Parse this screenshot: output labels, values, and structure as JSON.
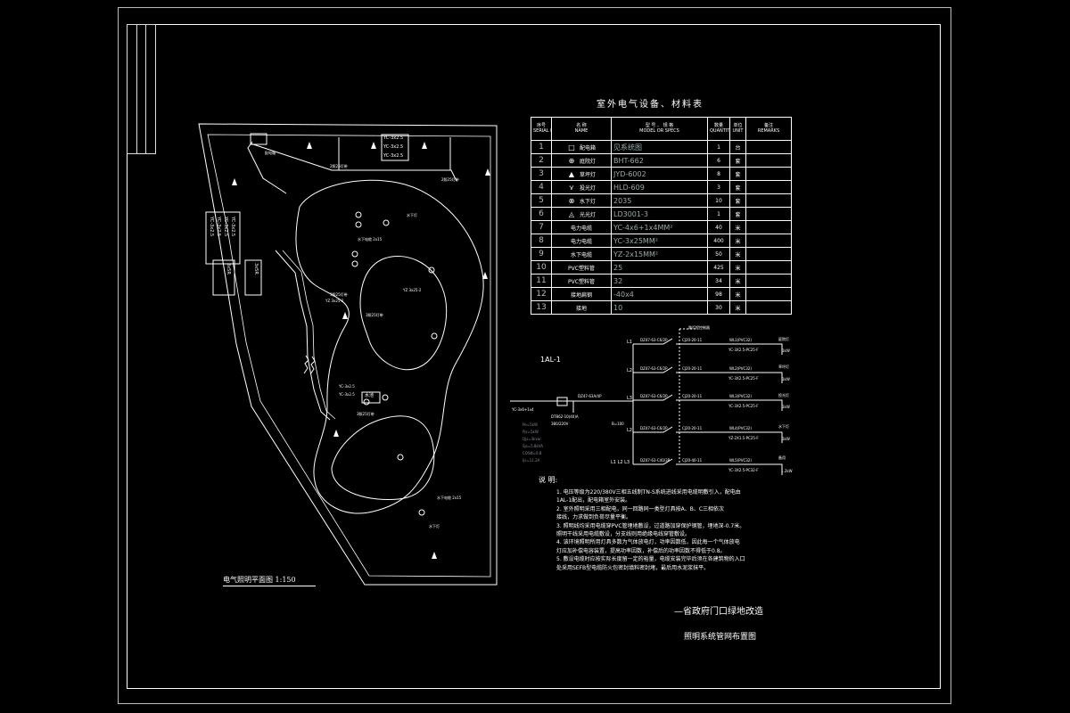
{
  "drawing": {
    "plan_title": "电气照明平面图  1:150",
    "table": {
      "title": "室外电气设备、材料表",
      "headers": {
        "no_cn": "序号",
        "no_en": "SERIAL No.",
        "name_cn": "名  称",
        "name_en": "NAME",
        "model_cn": "型  号 、 规 格",
        "model_en": "MODEL OR SPECS",
        "qty_cn": "数量",
        "qty_en": "QUANTITY",
        "unit_cn": "单位",
        "unit_en": "UNIT",
        "note_cn": "备注",
        "note_en": "REMARKS"
      },
      "rows": [
        {
          "no": "1",
          "icon": "distribution-box-icon",
          "name": "配电箱",
          "model": "见系统图",
          "qty": "1",
          "unit": "台"
        },
        {
          "no": "2",
          "icon": "courtyard-lamp-icon",
          "name": "庭院灯",
          "model": "BHT-662",
          "qty": "6",
          "unit": "套"
        },
        {
          "no": "3",
          "icon": "lawn-lamp-icon",
          "name": "草坪灯",
          "model": "JYD-6002",
          "qty": "8",
          "unit": "套"
        },
        {
          "no": "4",
          "icon": "spot-lamp-icon",
          "name": "投光灯",
          "model": "HLD-609",
          "qty": "3",
          "unit": "套"
        },
        {
          "no": "5",
          "icon": "underwater-lamp-icon",
          "name": "水下灯",
          "model": "2035",
          "qty": "10",
          "unit": "套"
        },
        {
          "no": "6",
          "icon": "step-lamp-icon",
          "name": "光光灯",
          "model": "LD3001-3",
          "qty": "1",
          "unit": "套"
        },
        {
          "no": "7",
          "icon": "",
          "name": "电力电缆",
          "model": "YC-4x6+1x4MM²",
          "qty": "40",
          "unit": "米"
        },
        {
          "no": "8",
          "icon": "",
          "name": "电力电缆",
          "model": "YC-3x25MM²",
          "qty": "400",
          "unit": "米"
        },
        {
          "no": "9",
          "icon": "",
          "name": "水下电缆",
          "model": "YZ-2x15MM²",
          "qty": "50",
          "unit": "米"
        },
        {
          "no": "10",
          "icon": "",
          "name": "PVC塑料管",
          "model": "25",
          "qty": "425",
          "unit": "米"
        },
        {
          "no": "11",
          "icon": "",
          "name": "PVC塑料管",
          "model": "32",
          "qty": "34",
          "unit": "米"
        },
        {
          "no": "12",
          "icon": "",
          "name": "接地扁钢",
          "model": "-40x4",
          "qty": "98",
          "unit": "米"
        },
        {
          "no": "13",
          "icon": "",
          "name": "接地",
          "model": "10",
          "qty": "30",
          "unit": "米"
        }
      ]
    },
    "plan_labels": {
      "cable_1": "YC-3x2.5",
      "cable_2": "YC-3x2.5",
      "cable_3": "YC-3x2.5",
      "lamp_group": "2照25灯带",
      "lamp_group_2": "2照25灯带",
      "distribution": "配电箱",
      "underwater": "水下灯",
      "underwater_2": "水下灯",
      "cable_left_1": "YC-3x2.5",
      "cable_left_2": "YC-3x2.5",
      "cable_left_3": "YC-3x2.5",
      "cable_left_4": "YC-3x2.5",
      "left_group_1": "3x5R",
      "left_group_2": "3x5R",
      "pool": "水池",
      "yz_1": "YZ 3x25-2",
      "yz_2": "YZ 3x25-2",
      "yz_3": "YC-3x2.5",
      "yz_4": "YC-3x2.5",
      "water_cable": "水下电缆 2x15",
      "water_cable_2": "水下电缆 2x15",
      "group_label": "3照25灯带",
      "group_label_2": "3照25灯带"
    },
    "system": {
      "panel_id": "1AL-1",
      "control_label": "路灯程控制器",
      "incoming_cable": "YC-3x6+1x4",
      "main_breaker": "DZ47-63A/4P",
      "meter": "DT862-10(40)A",
      "meter_voltage": "380/220V",
      "left_params": [
        "Pe=5kW",
        "Pjs=5kW",
        "Qjs=3kvar",
        "Sjs=5.8kVA",
        "COSΦ=0.8",
        "Ijs=11.2A"
      ],
      "circuits": [
        {
          "phase": "L1",
          "breaker": "DZ47-63-C6/2P",
          "contactor": "CJ20-20-11",
          "label": "WL1(PVC32)",
          "cable": "YC-3X2.5-PC25-F",
          "load": "庭院灯",
          "power": "1kW"
        },
        {
          "phase": "L2",
          "breaker": "DZ47-63-C6/2P",
          "contactor": "CJ20-20-11",
          "label": "WL2(PVC32)",
          "cable": "YC-3X2.5-PC25-F",
          "load": "草坪灯",
          "power": "1kW"
        },
        {
          "phase": "L3",
          "breaker": "DZ47-63-C6/2P",
          "contactor": "CJ20-20-11",
          "label": "WL3(PVC32)",
          "cable": "YC-3X2.5-PC25-F",
          "load": "投光灯",
          "power": "1kW"
        },
        {
          "phase": "L2",
          "breaker": "DZ47-63-C6/2P",
          "contactor": "CJ20-20-11",
          "label": "WL4(PVC32)",
          "cable": "YZ-2X1.5-PC25-F",
          "load": "水下灯",
          "power": "1kW"
        },
        {
          "phase": "L1 L2 L3",
          "breaker": "DZ47-63-C40/3P",
          "contactor": "CJ20-40-11",
          "label": "WL5(PVC32)",
          "cable": "YC-3X2.5-PC32-F",
          "load": "备用",
          "power": "1.2kW"
        }
      ],
      "bus_label": "B=100"
    },
    "notes_title": "说  明:",
    "notes": "1. 电压等级为220/380V三相五线制TN-S系统进线采用电缆明敷引入，配电由\n    1AL-1配出，配电箱室外安装。\n2. 室外照明采用三相配电，同一回路同一类型灯具按A、B、C三相依次\n    接线，力求做到负荷尽量平衡。\n3. 照明线均采用电缆穿PVC管埋地敷设，过道路加穿保护钢管，埋地深-0.7米。\n    照明干线采用电缆敷设，分支线则用绝缘电线穿管敷设。\n4. 该环境照明所用灯具多数为气体放电灯，功率因数低，因此每一个气体放电\n    灯应加补偿电容装置，提高功率因数，补偿后的功率因数不得低于0.8。\n5. 敷设电缆时应按实际长度留一定的裕量，电缆安装完毕后须在各建筑物的入口\n    处采用SEFB型电缆防火包密封填料密封堵，最后用水泥浆抹平。",
    "project_title": "—省政府门口绿地改造",
    "drawing_title": "照明系统管网布置图"
  }
}
